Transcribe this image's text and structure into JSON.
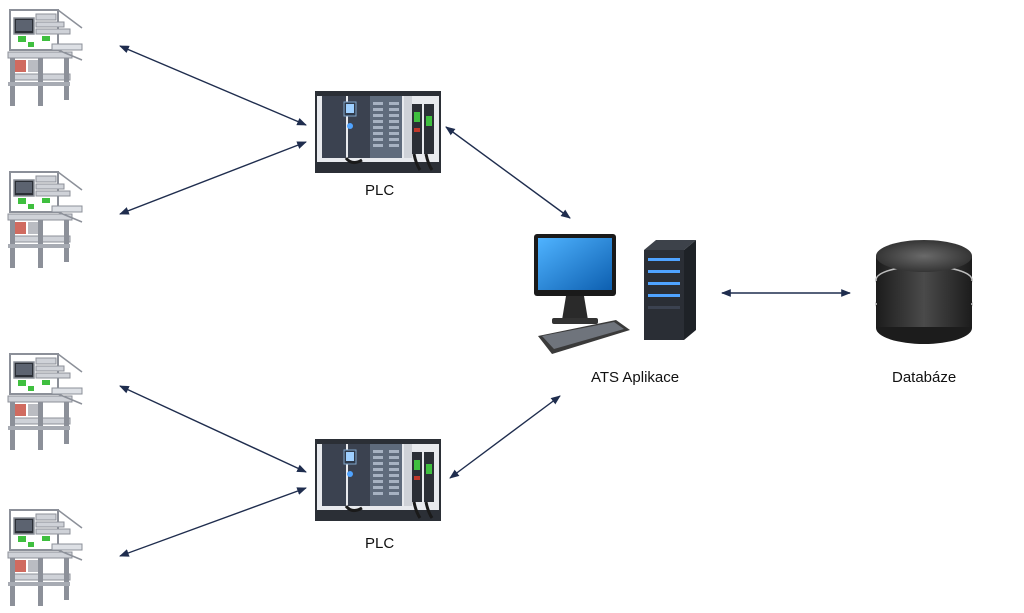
{
  "labels": {
    "plc_top": "PLC",
    "plc_bottom": "PLC",
    "app": "ATS Aplikace",
    "db": "Databáze"
  },
  "colors": {
    "arrow": "#1f2d4e",
    "frame": "#cfd2d8",
    "frame_dark": "#8c9099",
    "plc_body": "#3b4250",
    "plc_module": "#5f6b7c",
    "screen": "#1f86d8",
    "server": "#2a2e35",
    "server_led": "#4fa3ff",
    "db_body": "#2e2e2e",
    "accent_green": "#3fbf3f",
    "accent_red": "#c0392b"
  },
  "icons": {
    "machine": "test-station-icon",
    "plc": "plc-rack-icon",
    "computer": "desktop-computer-icon",
    "server": "server-tower-icon",
    "database": "database-icon"
  }
}
